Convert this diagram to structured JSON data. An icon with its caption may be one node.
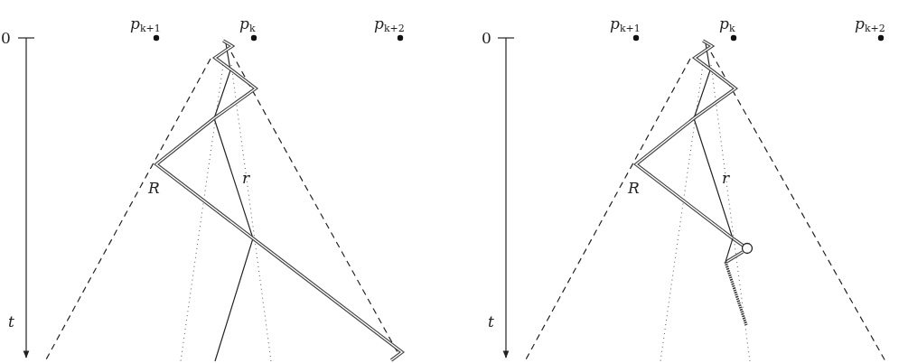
{
  "diagram": {
    "labels": [
      "0",
      "p$_{k+1}$",
      "p$_{k}$",
      "p$_{k+2}$",
      "R",
      "r",
      "t",
      "0",
      "p$_{k+1}$",
      "p$_{k}$",
      "p$_{k+2}$",
      "R",
      "r",
      "t"
    ]
  }
}
